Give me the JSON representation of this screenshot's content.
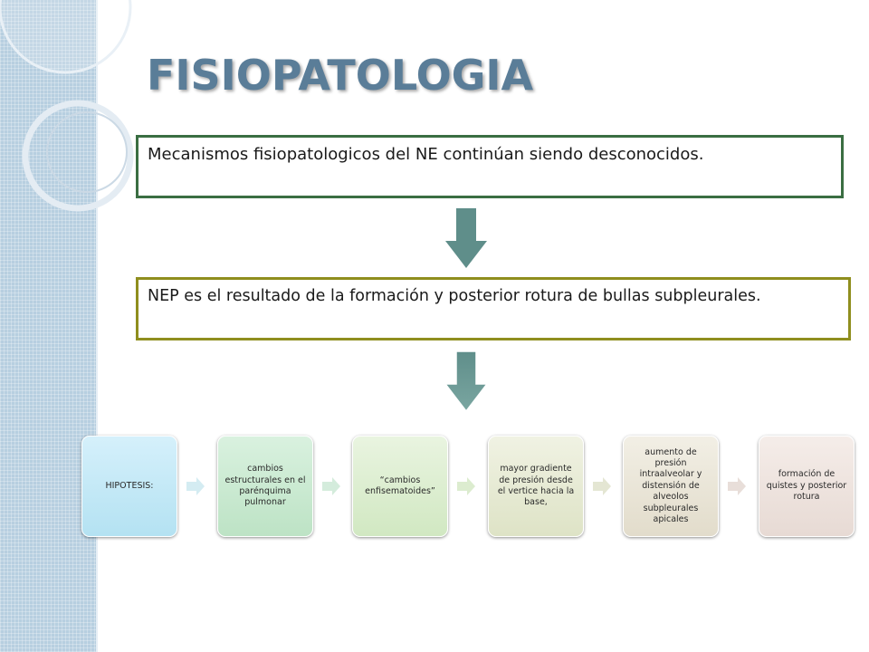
{
  "title": "FISIOPATOLOGIA",
  "statements": [
    "Mecanismos fisiopatologicos  del NE continúan siendo desconocidos.",
    "NEP es el resultado de la formación y posterior rotura de bullas subpleurales."
  ],
  "steps": [
    "HIPOTESIS:",
    "cambios estructurales en el parénquima pulmonar",
    "“cambios enfisematoides”",
    "mayor gradiente de presión desde el vertice hacia la base,",
    "aumento de presión intraalveolar  y distensión de alveolos subpleurales apicales",
    "formación de quistes y posterior  rotura"
  ],
  "colors": {
    "title": "#5a7d98",
    "left_band": "#b7cfe0",
    "box_1_border": "#3a6e42",
    "box_2_border": "#8f8e1e",
    "down_arrow": "#5f8e8a"
  },
  "icons": [
    "down-arrow-icon",
    "chevron-right-icon"
  ]
}
